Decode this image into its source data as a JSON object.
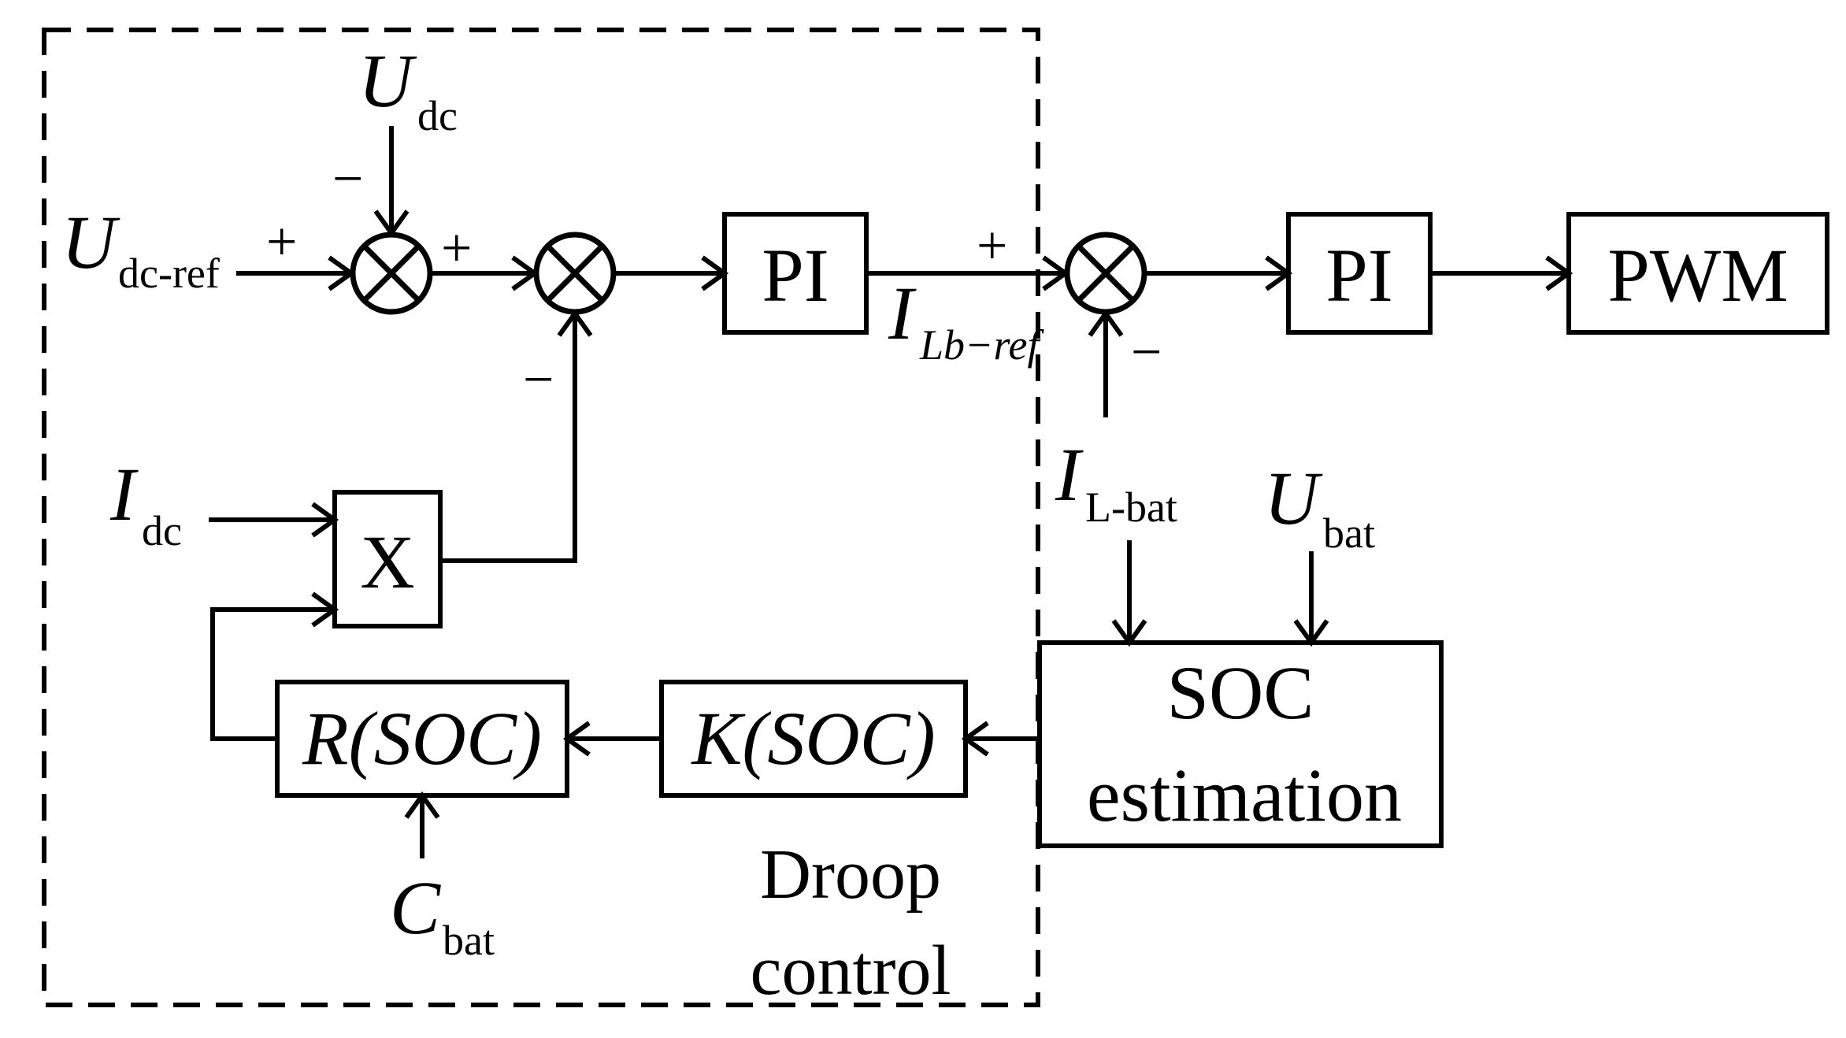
{
  "signals": {
    "u_dc": {
      "main": "U",
      "sub": "dc"
    },
    "u_dc_ref": {
      "main": "U",
      "sub": "dc-ref"
    },
    "i_lb_ref": {
      "main": "I",
      "sub": "Lb−ref"
    },
    "i_dc": {
      "main": "I",
      "sub": "dc"
    },
    "i_l_bat": {
      "main": "I",
      "sub": "L-bat"
    },
    "u_bat": {
      "main": "U",
      "sub": "bat"
    },
    "c_bat": {
      "main": "C",
      "sub": "bat"
    }
  },
  "signs": {
    "sum1_ref": "+",
    "sum1_fb": "−",
    "sum2_in": "+",
    "sum2_fb": "−",
    "sum3_in": "+",
    "sum3_fb": "−"
  },
  "blocks": {
    "pi_outer": "PI",
    "pi_inner": "PI",
    "pwm": "PWM",
    "multiplier": "X",
    "r_soc": "R(SOC)",
    "k_soc": "K(SOC)",
    "soc_estimation_line1": "SOC",
    "soc_estimation_line2": "estimation"
  },
  "region_label": {
    "line1": "Droop",
    "line2": "control"
  }
}
